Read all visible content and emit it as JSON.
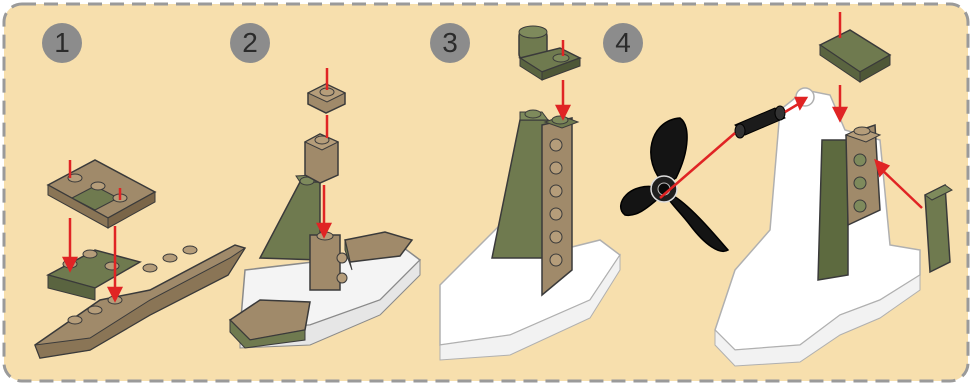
{
  "colors": {
    "background": "#f7dfad",
    "border_dash": "#9a9a9a",
    "step_badge": "#8c8c8c",
    "arrow": "#e02424",
    "olive_green": "#6f7a4f",
    "dark_tan": "#a08a6a",
    "white_part": "#f4f4f4",
    "black_part": "#1b1b1b"
  },
  "steps": [
    {
      "number": "1"
    },
    {
      "number": "2"
    },
    {
      "number": "3"
    },
    {
      "number": "4"
    }
  ],
  "icons": [
    "step-1-assembly",
    "step-2-assembly",
    "step-3-assembly",
    "step-4-assembly",
    "propeller-icon"
  ]
}
